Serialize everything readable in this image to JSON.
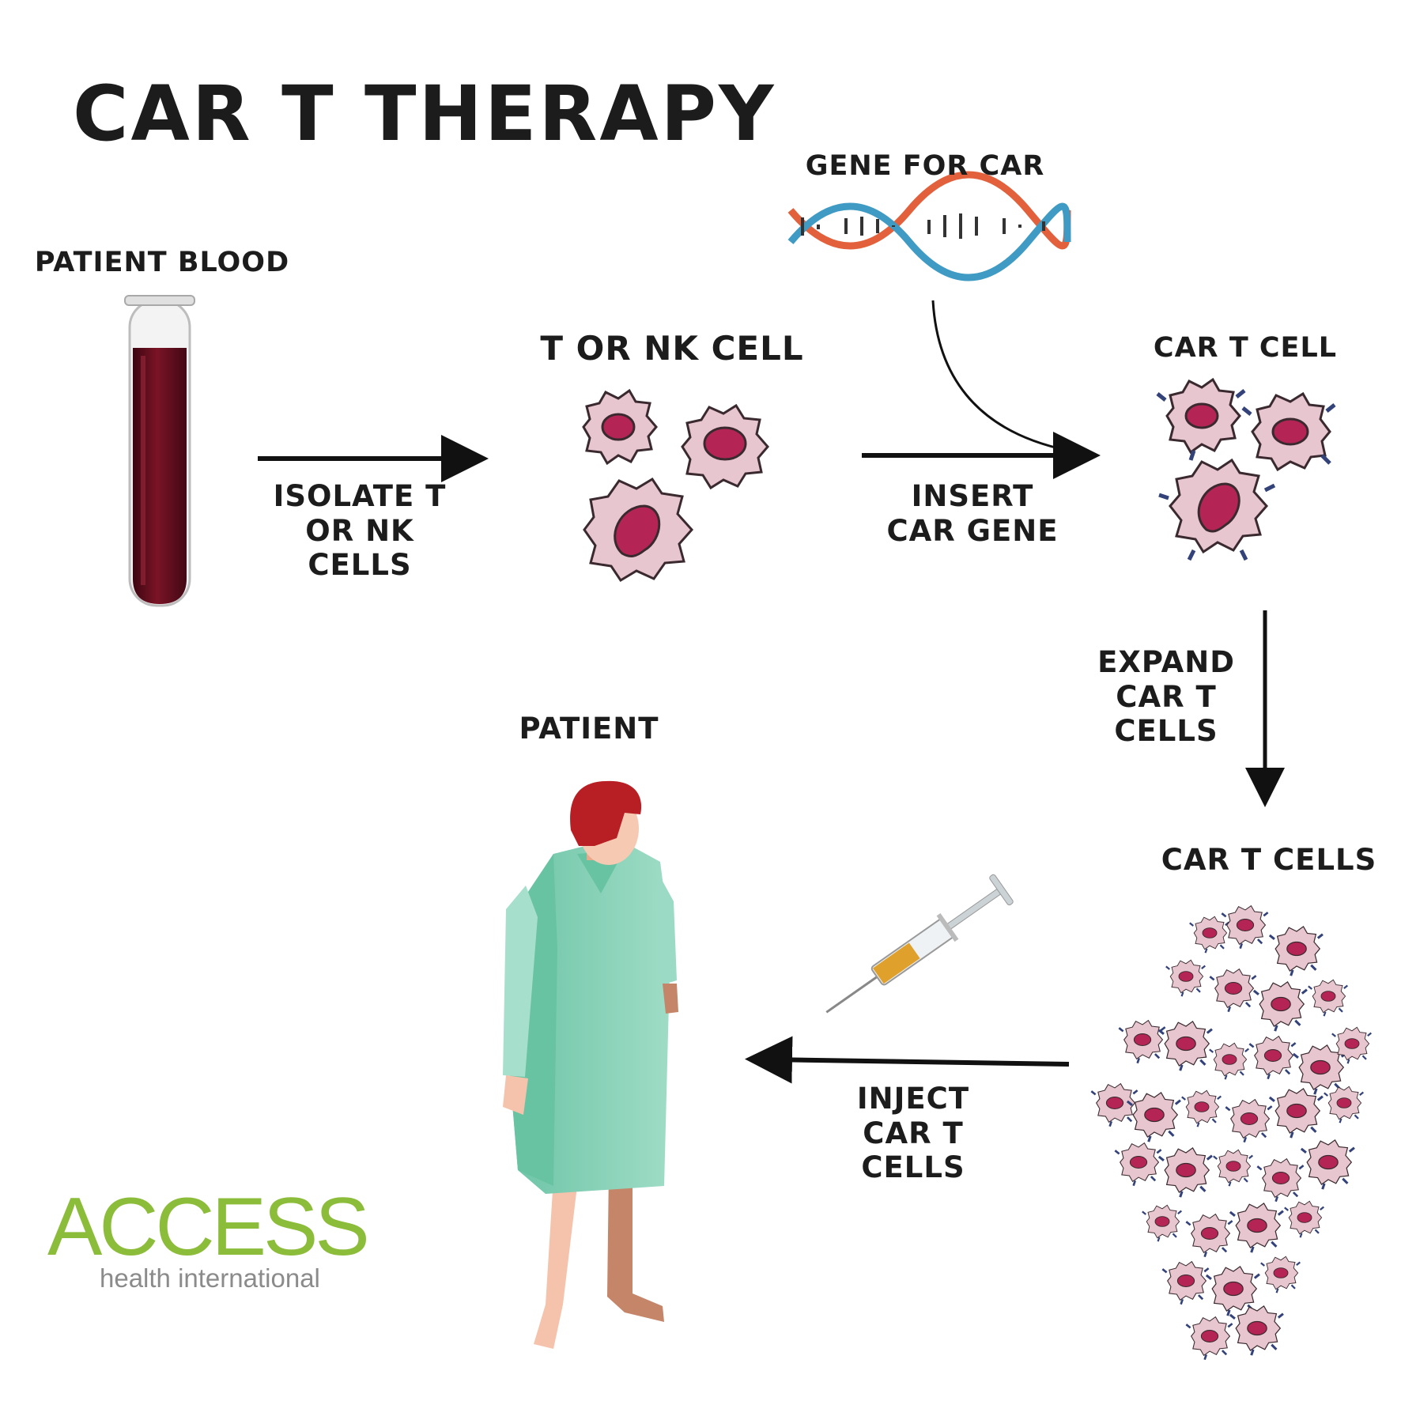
{
  "title": "CAR T THERAPY",
  "steps": {
    "patient_blood": "PATIENT BLOOD",
    "gene_for_car": "GENE FOR CAR",
    "t_or_nk_cell": "T OR NK CELL",
    "car_t_cell": "CAR T CELL",
    "car_t_cells": "CAR T CELLS",
    "patient": "PATIENT"
  },
  "arrows": {
    "isolate": "ISOLATE T\nOR NK\nCELLS",
    "insert": "INSERT\nCAR GENE",
    "expand": "EXPAND\nCAR T\nCELLS",
    "inject": "INJECT\nCAR T\nCELLS"
  },
  "logo": {
    "word": "ACCESS",
    "tagline": "health international"
  },
  "colors": {
    "blood": "#6b0f1f",
    "cell_fill": "#e8c6cf",
    "nucleus": "#b42555",
    "dna_orange": "#e2613c",
    "dna_blue": "#3f9bc3",
    "gown": "#8fd3bd",
    "hair": "#b81f24",
    "logo_green": "#8cbd3a",
    "logo_gray": "#8b8b8b"
  }
}
